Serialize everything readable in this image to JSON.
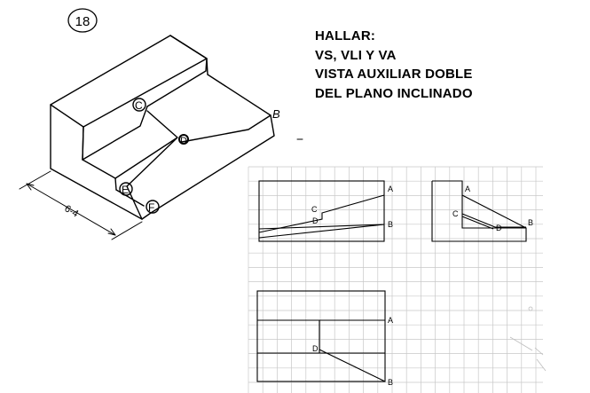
{
  "problem": {
    "number": "18"
  },
  "instructions": [
    "HALLAR:",
    "VS, VLI Y VA",
    "VISTA AUXILIAR DOBLE",
    "DEL PLANO INCLINADO"
  ],
  "isometric": {
    "dimension": "6-4",
    "points": [
      "C",
      "B",
      "D",
      "E",
      "F"
    ]
  },
  "front_view": {
    "points": [
      "A",
      "C",
      "D",
      "B"
    ]
  },
  "side_view": {
    "points": [
      "A",
      "C",
      "D",
      "B"
    ]
  },
  "top_view": {
    "points": [
      "A",
      "D",
      "B"
    ]
  },
  "colors": {
    "ink": "#000000",
    "grid": "#c8c8c8",
    "paper": "#ffffff"
  }
}
